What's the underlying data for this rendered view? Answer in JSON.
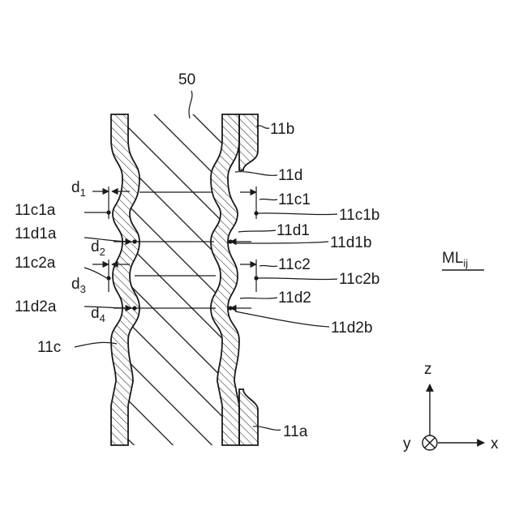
{
  "figure": {
    "top_label": "50",
    "labels": {
      "l11b": "11b",
      "l11d": "11d",
      "l11c1": "11c1",
      "l11c1a": "11c1a",
      "l11c1b": "11c1b",
      "l11d1": "11d1",
      "l11d1a": "11d1a",
      "l11d1b": "11d1b",
      "l11c2": "11c2",
      "l11c2a": "11c2a",
      "l11c2b": "11c2b",
      "l11d2": "11d2",
      "l11d2a": "11d2a",
      "l11d2b": "11d2b",
      "l11c": "11c",
      "l11a": "11a"
    },
    "dims": {
      "d1": {
        "base": "d",
        "sub": "1"
      },
      "d2": {
        "base": "d",
        "sub": "2"
      },
      "d3": {
        "base": "d",
        "sub": "3"
      },
      "d4": {
        "base": "d",
        "sub": "4"
      }
    },
    "ml": {
      "base": "ML",
      "sub": "ij"
    },
    "axes": {
      "z": "z",
      "x": "x",
      "y": "y"
    }
  }
}
